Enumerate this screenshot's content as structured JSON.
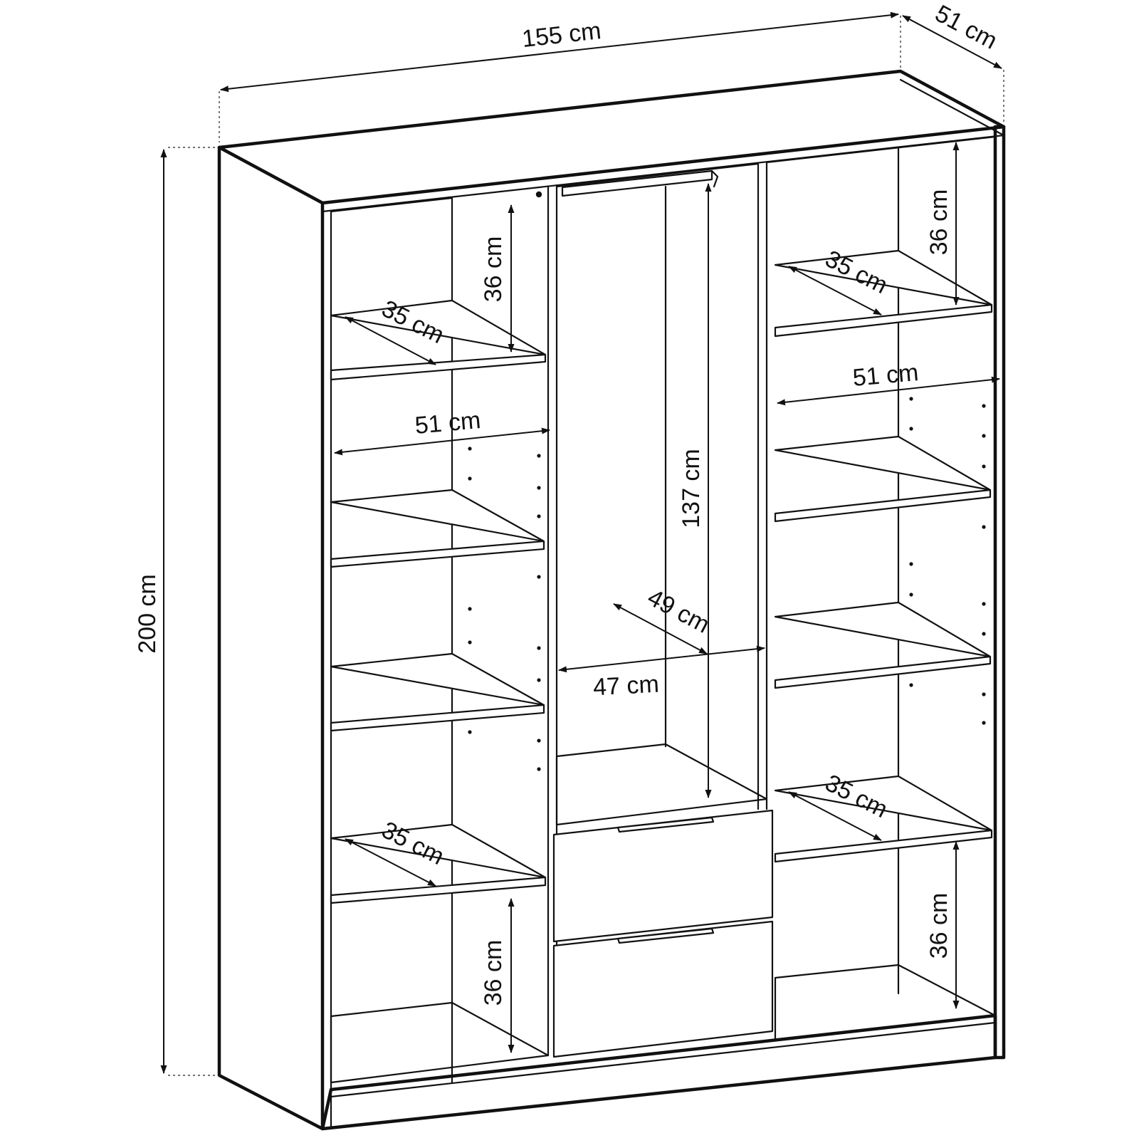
{
  "colors": {
    "line": "#111111",
    "background": "#ffffff"
  },
  "dimensions": {
    "width_overall": "155 cm",
    "depth_overall": "51 cm",
    "height_overall": "200 cm",
    "left_top_shelf_gap": "36 cm",
    "left_top_shelf_depth": "35 cm",
    "left_inner_depth": "51 cm",
    "left_bottom_shelf_depth": "35 cm",
    "left_bottom_gap": "36 cm",
    "center_hanging_height": "137 cm",
    "center_depth": "49 cm",
    "center_width": "47 cm",
    "right_top_gap": "36 cm",
    "right_top_shelf_depth": "35 cm",
    "right_inner_depth": "51 cm",
    "right_bottom_shelf_depth": "35 cm",
    "right_bottom_gap": "36 cm"
  }
}
